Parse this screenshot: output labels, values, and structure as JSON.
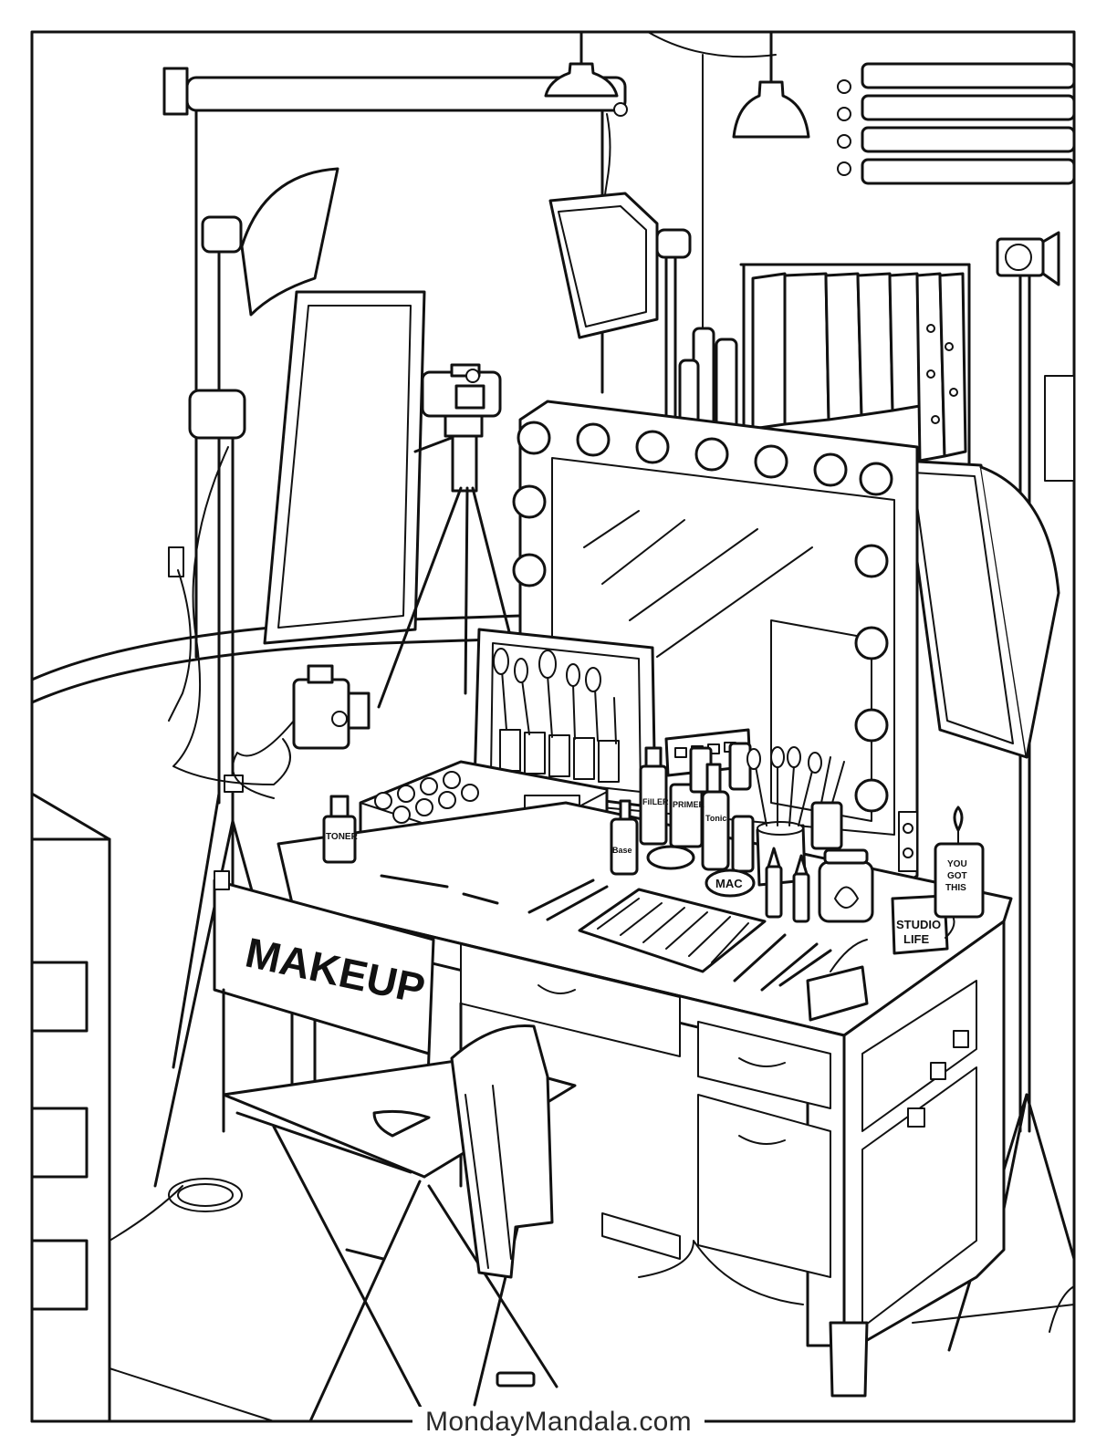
{
  "labels": {
    "chair_back": "MAKEUP",
    "toner": "TONER",
    "filler": "FilLER",
    "primer": "PRIMER",
    "tonic": "Tonic",
    "base": "Base",
    "compact": "MAC",
    "mug_line1": "STUDIO",
    "mug_line2": "LIFE",
    "candle_line1": "YOU",
    "candle_line2": "GOT",
    "candle_line3": "THIS"
  },
  "footer": {
    "brand": "MondayMandala.com"
  }
}
